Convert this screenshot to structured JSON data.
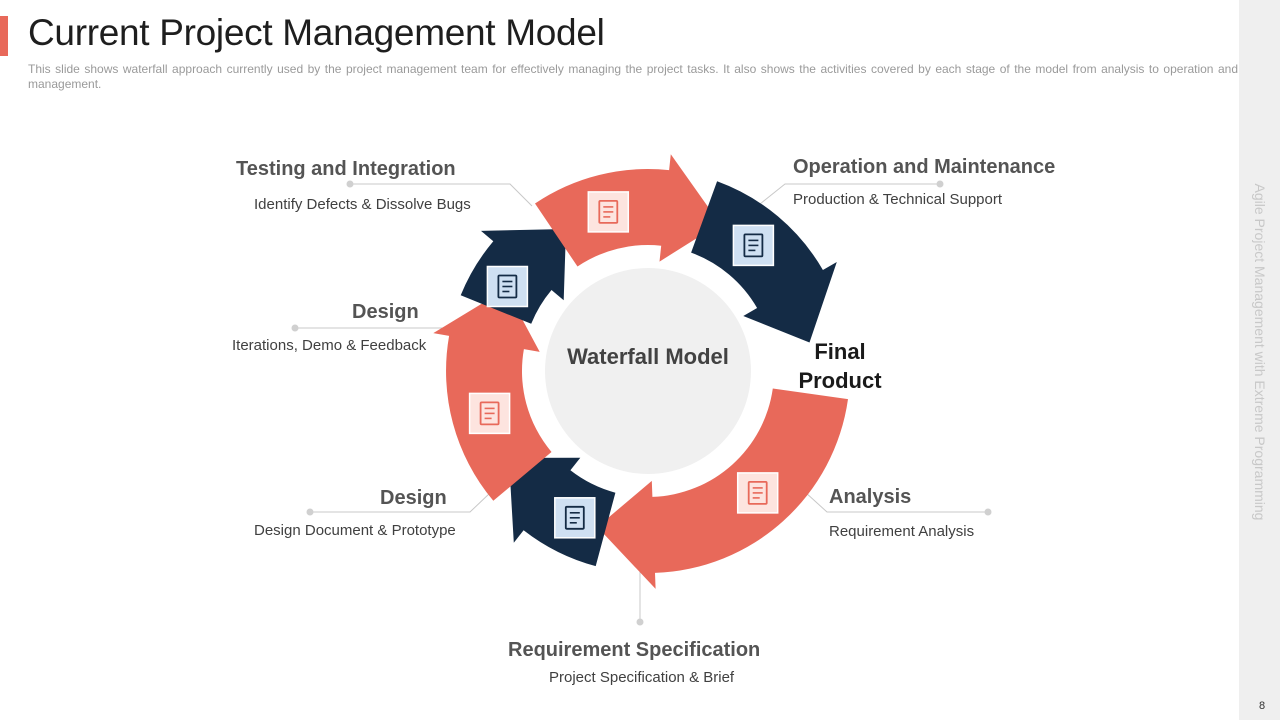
{
  "header": {
    "title": "Current Project Management Model",
    "subtitle": "This slide shows waterfall approach currently used by the project management team for effectively managing the project tasks. It also shows the activities covered  by each stage of the model from analysis to operation and management."
  },
  "side_panel": {
    "text": "Agile Project Management with Extreme Programming",
    "page_number": "8"
  },
  "diagram": {
    "center_label": "Waterfall Model",
    "final_label": "Final Product",
    "stages": [
      {
        "title": "Analysis",
        "desc": "Requirement Analysis",
        "color": "#e8695a",
        "icon": "workflow-gear-icon"
      },
      {
        "title": "Requirement Specification",
        "desc": "Project Specification & Brief",
        "color": "#142b45",
        "icon": "checklist-icon"
      },
      {
        "title": "Design",
        "desc": "Design Document & Prototype",
        "color": "#e8695a",
        "icon": "document-icon"
      },
      {
        "title": "Design",
        "desc": "Iterations, Demo & Feedback",
        "color": "#142b45",
        "icon": "system-file-icon"
      },
      {
        "title": "Testing and Integration",
        "desc": "Identify Defects & Dissolve Bugs",
        "color": "#e8695a",
        "icon": "rating-icon"
      },
      {
        "title": "Operation and Maintenance",
        "desc": "Production & Technical Support",
        "color": "#142b45",
        "icon": "checklist-pen-icon"
      }
    ]
  },
  "colors": {
    "accent": "#e8695a",
    "navy": "#142b45",
    "center_fill": "#f0f0f0"
  }
}
